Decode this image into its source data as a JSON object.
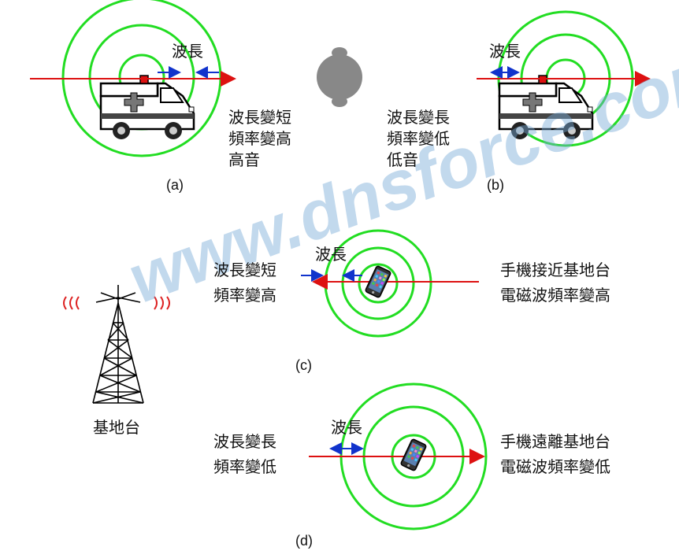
{
  "labels": {
    "a_wavelength": "波長",
    "a_line1": "波長變短",
    "a_line2": "頻率變高",
    "a_line3": "高音",
    "b_line1": "波長變長",
    "b_line2": "頻率變低",
    "b_line3": "低音",
    "b_wavelength": "波長",
    "c_wavelength": "波長",
    "c_left1": "波長變短",
    "c_left2": "頻率變高",
    "c_right1": "手機接近基地台",
    "c_right2": "電磁波頻率變高",
    "tower_label": "基地台",
    "d_wavelength": "波長",
    "d_left1": "波長變長",
    "d_left2": "頻率變低",
    "d_right1": "手機遠離基地台",
    "d_right2": "電磁波頻率變低"
  },
  "captions": {
    "a": "(a)",
    "b": "(b)",
    "c": "(c)",
    "d": "(d)"
  },
  "watermark": "www.dnsforce.com",
  "colors": {
    "wave": "#22dd22",
    "arrow_red": "#dd1111",
    "arrow_blue": "#1133cc",
    "body_gray": "#888888",
    "tower_signal": "#dd2222"
  },
  "icons": [
    "ambulance-icon",
    "listener-head-icon",
    "cell-tower-icon",
    "smartphone-icon"
  ]
}
